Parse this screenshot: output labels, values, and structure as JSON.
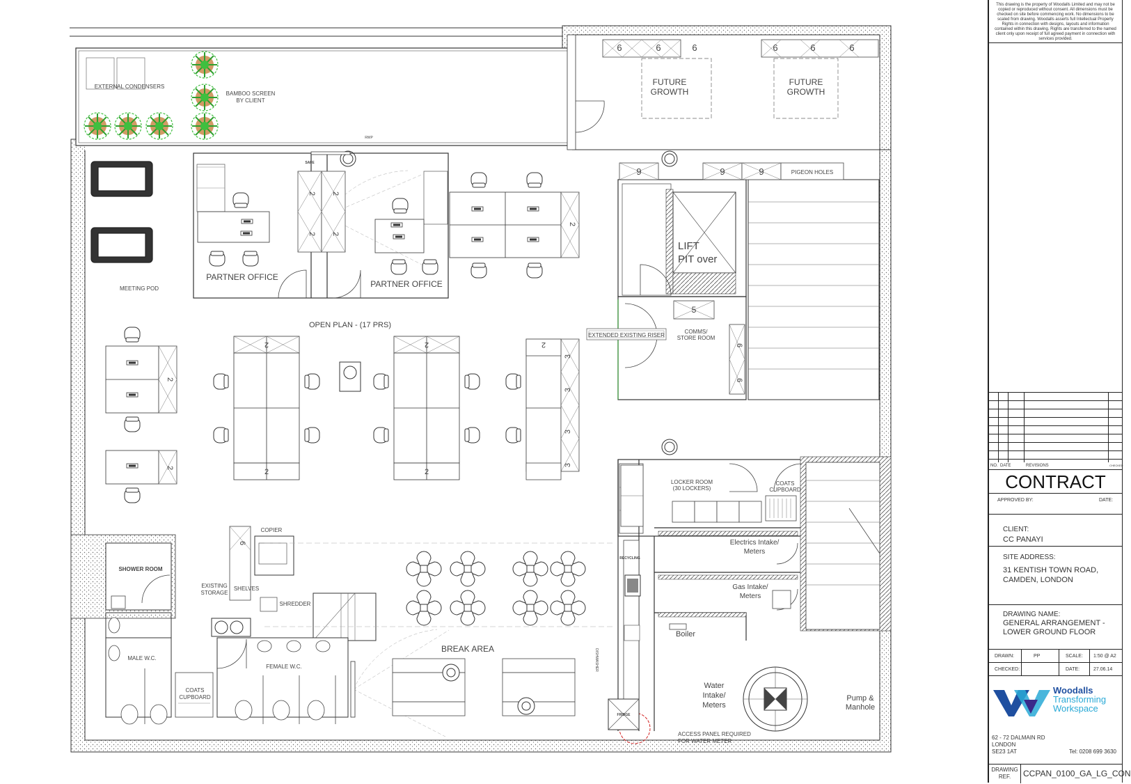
{
  "rooms": {
    "external_condensers": "EXTERNAL CONDENSERS",
    "bamboo_screen": [
      "BAMBOO SCREEN",
      "BY CLIENT"
    ],
    "future_growth_1": [
      "FUTURE",
      "GROWTH"
    ],
    "future_growth_2": [
      "FUTURE",
      "GROWTH"
    ],
    "rwp": "RWP",
    "safe": "SAFE",
    "partner_office_1": "PARTNER OFFICE",
    "partner_office_2": "PARTNER OFFICE",
    "meeting_pod": "MEETING POD",
    "lift": [
      "LIFT",
      "PIT over"
    ],
    "pigeon_holes": "PIGEON HOLES",
    "open_plan": "OPEN PLAN - (17 PRS)",
    "extended_riser": "EXTENDED EXISTING RISER",
    "comms": [
      "COMMS/",
      "STORE ROOM"
    ],
    "locker_room": [
      "LOCKER ROOM",
      "(30 LOCKERS)"
    ],
    "coats_cupboard_1": [
      "COATS",
      "CUPBOARD"
    ],
    "electrics": [
      "Electrics Intake/",
      "Meters"
    ],
    "gas": [
      "Gas Intake/",
      "Meters"
    ],
    "boiler": "Boiler",
    "copier": "COPIER",
    "existing_storage": [
      "EXISTING",
      "STORAGE"
    ],
    "shelves": "SHELVES",
    "shredder": "SHREDDER",
    "shower_room": "SHOWER ROOM",
    "male_wc": "MALE W.C.",
    "female_wc": "FEMALE W.C.",
    "coats_cupboard_2": [
      "COATS",
      "CUPBOARD"
    ],
    "break_area": "BREAK AREA",
    "recycling": "RECYCLING",
    "dishwasher": "DISHWASHER",
    "fridge": "FRIDGE",
    "water_intake": [
      "Water",
      "Intake/",
      "Meters"
    ],
    "pump_manhole": [
      "Pump &",
      "Manhole"
    ],
    "access_panel": [
      "ACCESS PANEL REQUIRED",
      "FOR WATER METER"
    ]
  },
  "storage_counts": {
    "top_left": [
      "6",
      "6",
      "6"
    ],
    "top_right": [
      "6",
      "6",
      "6"
    ],
    "lift_left": "9",
    "pigeon": [
      "9",
      "9"
    ],
    "comms": "5",
    "riser_side": [
      "6",
      "6"
    ],
    "safe_units": [
      "2",
      "2",
      "2",
      "2"
    ],
    "desk_end": [
      "2",
      "2",
      "2",
      "2",
      "2",
      "2",
      "2",
      "2",
      "3",
      "3",
      "3",
      "3"
    ],
    "copier_unit": "6"
  },
  "title_block": {
    "notice": "This drawing is the property of Woodalls Limited and may not be copied or reproduced without consent. All dimensions must be checked on site before commencing work. No dimensions to be scaled from drawing. Woodalls asserts full Intellectual Property Rights in connection with designs, layouts and information contained within this drawing. Rights are transferred to the named client only upon receipt of full agreed payment in connection with services provided.",
    "revisions_headers": {
      "no": "NO.",
      "date": "DATE",
      "revisions": "REVISIONS",
      "check": "CHECKED"
    },
    "status": "CONTRACT",
    "approved_by": "APPROVED BY:",
    "date_label": "DATE:",
    "client_label": "CLIENT:",
    "client": "CC PANAYI",
    "site_label": "SITE ADDRESS:",
    "site_line1": "31 KENTISH TOWN ROAD,",
    "site_line2": "CAMDEN, LONDON",
    "drawing_name_label": "DRAWING NAME:",
    "drawing_name_line1": "GENERAL ARRANGEMENT -",
    "drawing_name_line2": "LOWER GROUND FLOOR",
    "drawn_label": "DRAWN:",
    "drawn": "PP",
    "scale_label": "SCALE:",
    "scale": "1:50 @ A2",
    "checked_label": "CHECKED:",
    "date_label2": "DATE:",
    "date": "27.06.14",
    "logo_line1": "Woodalls",
    "logo_line2": "Transforming",
    "logo_line3": "Workspace",
    "address1": "62 - 72 DALMAIN RD",
    "address2": "LONDON",
    "address3": "SE23 1AT",
    "tel": "Tel: 0208 699 3630",
    "ref_label1": "DRAWING",
    "ref_label2": "REF.",
    "ref": "CCPAN_0100_GA_LG_CON"
  },
  "colors": {
    "line": "#333333",
    "plant": "#3fbf3f",
    "plant_core": "#c98a4a",
    "logo_blue": "#1f4fa0",
    "logo_purple": "#3a2a8a",
    "logo_cyan": "#29a9d6",
    "access_circle": "#d22222",
    "riser_green": "#3a9a3a"
  }
}
